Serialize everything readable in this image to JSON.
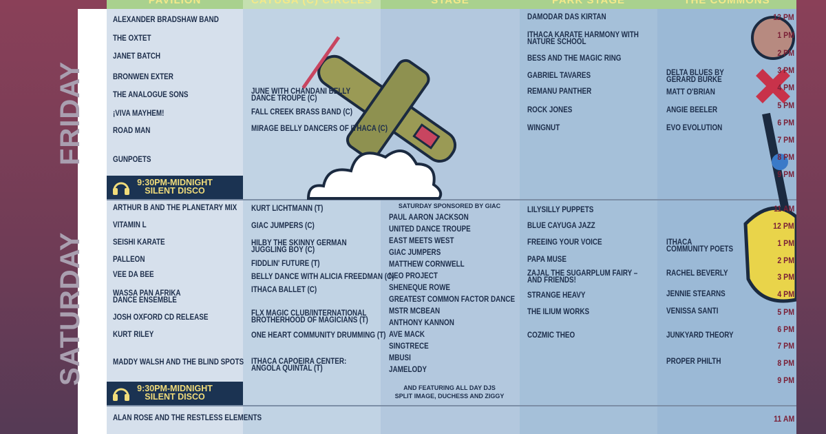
{
  "headers": [
    "PAVILION",
    "CAYUGA (C) CIRCLES",
    "STAGE",
    "PARK STAGE",
    "THE COMMONS"
  ],
  "days": {
    "friday": {
      "label": "FRIDAY",
      "times": [
        "12 PM",
        "1 PM",
        "2 PM",
        "3 PM",
        "4 PM",
        "5 PM",
        "6 PM",
        "7 PM",
        "8 PM",
        "9 PM"
      ],
      "cols": [
        [
          "ALEXANDER BRADSHAW BAND",
          "THE OXTET",
          "JANET BATCH",
          "BRONWEN EXTER",
          "THE ANALOGUE SONS",
          "¡VIVA MAYHEM!",
          "ROAD MAN",
          "GUNPOETS"
        ],
        [
          "JUNE WITH CHANDANI BELLY\nDANCE TROUPE (C)",
          "FALL CREEK BRASS BAND (C)",
          "MIRAGE BELLY DANCERS OF ITHACA (C)"
        ],
        [],
        [
          "DAMODAR DAS KIRTAN",
          "ITHACA KARATE HARMONY WITH\nNATURE SCHOOL",
          "BESS AND THE MAGIC RING",
          "GABRIEL TAVARES",
          "REMANU PANTHER",
          "ROCK JONES",
          "WINGNUT"
        ],
        [
          "DELTA BLUES BY\nGERARD BURKE",
          "MATT O'BRIAN",
          "ANGIE BEELER",
          "EVO EVOLUTION"
        ]
      ],
      "disco": {
        "time": "9:30PM-MIDNIGHT",
        "title": "SILENT DISCO"
      }
    },
    "saturday": {
      "label": "SATURDAY",
      "times": [
        "11 AM",
        "12 PM",
        "1 PM",
        "2 PM",
        "3 PM",
        "4 PM",
        "5 PM",
        "6 PM",
        "7 PM",
        "8 PM",
        "9 PM"
      ],
      "cols": [
        [
          "ARTHUR B AND THE PLANETARY MIX",
          "VITAMIN L",
          "SEISHI KARATE",
          "PALLEON",
          "VEE DA BEE",
          "WASSA PAN AFRIKA\nDANCE ENSEMBLE",
          "JOSH OXFORD CD RELEASE",
          "KURT RILEY",
          "MADDY WALSH AND THE BLIND SPOTS"
        ],
        [
          "KURT LICHTMANN (T)",
          "GIAC JUMPERS (C)",
          "HILBY THE SKINNY GERMAN\nJUGGLING BOY (C)",
          "FIDDLIN' FUTURE (T)",
          "BELLY DANCE WITH ALICIA FREEDMAN (C)",
          "ITHACA BALLET (C)",
          "FLX MAGIC CLUB/INTERNATIONAL\nBROTHERHOOD OF MAGICIANS (T)",
          "ONE HEART COMMUNITY DRUMMING (T)",
          "ITHACA CAPOEIRA CENTER:\nANGOLA QUINTAL (T)"
        ],
        [
          "PAUL AARON JACKSON",
          "UNITED DANCE TROUPE",
          "EAST MEETS WEST",
          "GIAC JUMPERS",
          "MATTHEW CORNWELL",
          "NEO PROJECT",
          "SHENEQUE ROWE",
          "GREATEST COMMON FACTOR DANCE",
          "MSTR MCBEAN",
          "ANTHONY KANNON",
          "AVE MACK",
          "SINGTRECE",
          "MBUSI",
          "JAMELODY"
        ],
        [
          "LILYSILLY PUPPETS",
          "BLUE CAYUGA JAZZ",
          "FREEING YOUR VOICE",
          "PAPA MUSE",
          "ZAJAL THE SUGARPLUM FAIRY –\nAND FRIENDS!",
          "STRANGE HEAVY",
          "THE ILIUM WORKS",
          "COZMIC THEO"
        ],
        [
          "ITHACA\nCOMMUNITY POETS",
          "RACHEL BEVERLY",
          "JENNIE STEARNS",
          "VENISSA SANTI",
          "JUNKYARD THEORY",
          "PROPER PHILTH"
        ]
      ],
      "sponsor": "SATURDAY SPONSORED BY GIAC",
      "djs": "AND FEATURING ALL DAY DJS\nSPLIT IMAGE, DUCHESS AND ZIGGY",
      "disco": {
        "time": "9:30PM-MIDNIGHT",
        "title": "SILENT DISCO"
      }
    },
    "sunday": {
      "times": [
        "11 AM"
      ],
      "cols": [
        [
          "ALAN ROSE AND THE RESTLESS ELEMENTS"
        ]
      ]
    }
  },
  "colors": {
    "time": "#7a1f36",
    "text": "#1d2e4b",
    "disco_bg": "#1b3352",
    "disco_text": "#f1dc7a",
    "header": "#a9d18e"
  }
}
